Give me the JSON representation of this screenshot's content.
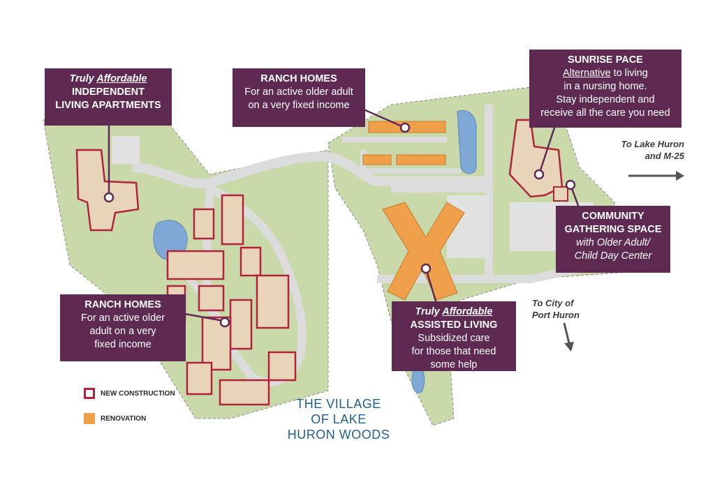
{
  "colors": {
    "callout_bg": "#5e2a52",
    "new_construction": "#b0243a",
    "renovation": "#f0a04b",
    "grass": "#c9d9a9",
    "road": "#dcdcdc",
    "water": "#7fa8d6",
    "title": "#1f5f8f"
  },
  "callouts": {
    "independent_living": {
      "line1_prefix": "Truly ",
      "line1_emph": "Affordable",
      "line2": "INDEPENDENT",
      "line3": "LIVING APARTMENTS"
    },
    "ranch_top": {
      "title": "RANCH HOMES",
      "line1": "For an active older adult",
      "line2": "on a very fixed income"
    },
    "sunrise": {
      "title": "SUNRISE PACE",
      "line1_emph": "Alternative",
      "line1_rest": " to living",
      "line2": "in a nursing home.",
      "line3": "Stay independent and",
      "line4": "receive all the care you need"
    },
    "community": {
      "title1": "COMMUNITY",
      "title2": "GATHERING SPACE",
      "line1": "with Older Adult/",
      "line2": "Child Day Center"
    },
    "ranch_left": {
      "title": "RANCH HOMES",
      "line1": "For an active older",
      "line2": "adult on a very",
      "line3": "fixed income"
    },
    "assisted": {
      "line1_prefix": "Truly ",
      "line1_emph": "Affordable",
      "title": "ASSISTED LIVING",
      "line2": "Subsidized care",
      "line3": "for those that need",
      "line4": "some help"
    }
  },
  "directions": {
    "lake_huron": {
      "line1": "To Lake Huron",
      "line2": "and M-25"
    },
    "port_huron": {
      "line1": "To City of",
      "line2": "Port Huron"
    }
  },
  "legend": {
    "new_construction": "NEW CONSTRUCTION",
    "renovation": "RENOVATION"
  },
  "title": {
    "line1": "THE VILLAGE",
    "line2": "OF LAKE",
    "line3": "HURON WOODS"
  }
}
